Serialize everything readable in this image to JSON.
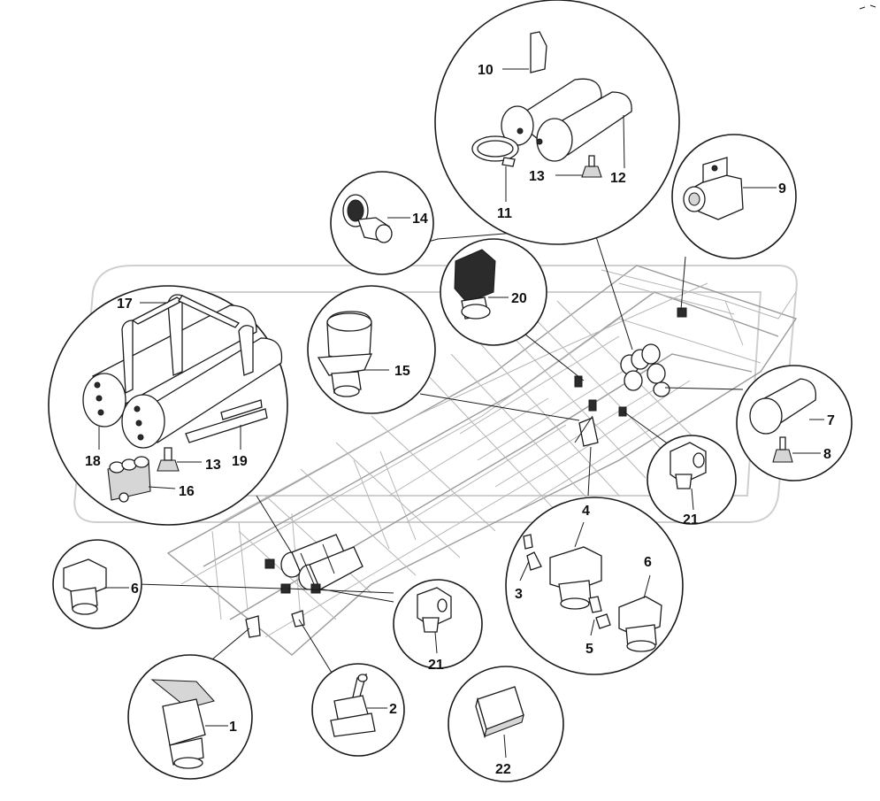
{
  "diagram": {
    "labels": {
      "l1": "1",
      "l2": "2",
      "l3": "3",
      "l4": "4",
      "l5": "5",
      "l6a": "6",
      "l6b": "6",
      "l7": "7",
      "l8": "8",
      "l9": "9",
      "l10": "10",
      "l11": "11",
      "l12": "12",
      "l13a": "13",
      "l13b": "13",
      "l14": "14",
      "l15": "15",
      "l16": "16",
      "l17": "17",
      "l18": "18",
      "l19": "19",
      "l20": "20",
      "l21a": "21",
      "l21b": "21",
      "l22": "22"
    },
    "colors": {
      "ink": "#1a1a1a",
      "frame": "#9a9a9a",
      "background": "#ffffff"
    }
  }
}
